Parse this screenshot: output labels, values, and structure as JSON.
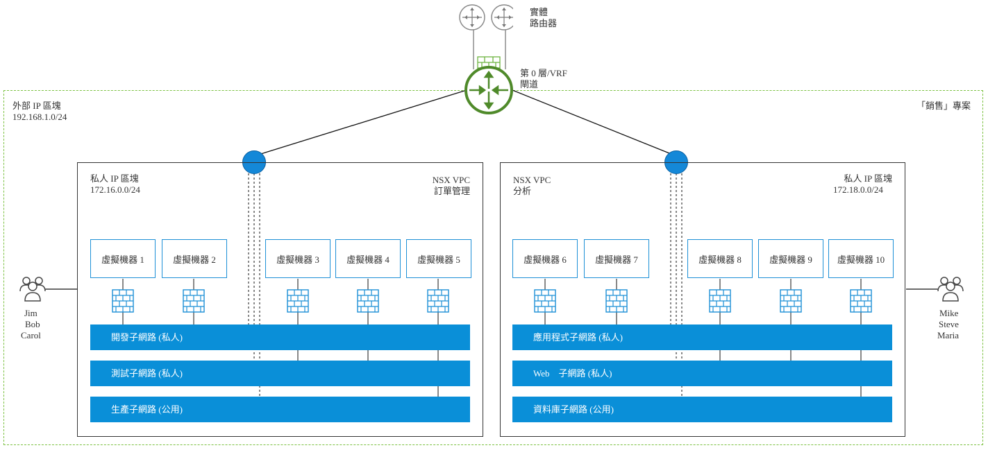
{
  "router": {
    "label_line1": "實體",
    "label_line2": "路由器"
  },
  "gateway": {
    "label_line1": "第 0 層/VRF",
    "label_line2": "閘道"
  },
  "external_block": {
    "title": "外部 IP 區塊",
    "cidr": "192.168.1.0/24"
  },
  "project": {
    "label": "「銷售」專案"
  },
  "vpc_left": {
    "private_block_title": "私人 IP 區塊",
    "private_block_cidr": "172.16.0.0/24",
    "name_line1": "NSX VPC",
    "name_line2": "訂單管理",
    "vms": [
      "虛擬機器 1",
      "虛擬機器 2",
      "虛擬機器 3",
      "虛擬機器 4",
      "虛擬機器 5"
    ],
    "subnets": [
      "開發子網路 (私人)",
      "測試子網路 (私人)",
      "生產子網路 (公用)"
    ]
  },
  "vpc_right": {
    "name_line1": "NSX VPC",
    "name_line2": "分析",
    "private_block_title": "私人 IP 區塊",
    "private_block_cidr": "172.18.0.0/24",
    "vms": [
      "虛擬機器 6",
      "虛擬機器 7",
      "虛擬機器 8",
      "虛擬機器 9",
      "虛擬機器 10"
    ],
    "subnets": [
      "應用程式子網路 (私人)",
      "Web　子網路 (私人)",
      "資料庫子網路 (公用)"
    ]
  },
  "users_left": [
    "Jim",
    "Bob",
    "Carol"
  ],
  "users_right": [
    "Mike",
    "Steve",
    "Maria"
  ],
  "colors": {
    "subnet": "#0a8fd8",
    "vm_border": "#1b8fd6",
    "gateway": "#4f8a2a",
    "project_border": "#7cc142"
  }
}
